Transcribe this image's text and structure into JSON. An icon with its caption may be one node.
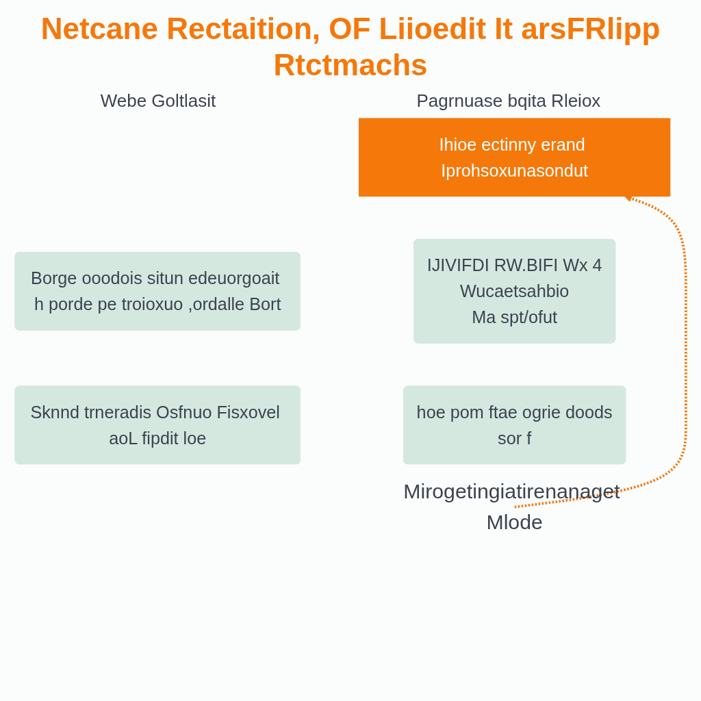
{
  "diagram": {
    "title": "Netcane Rectaition, OF Liioedit It arsFRlipp Rtctmachs",
    "nodes": [
      {
        "text": [
          "Ihioe ectinny erand Iprohsoxunasondut"
        ]
      },
      {
        "text": [
          "Borge ooodois situn edeuorgoait h porde pe troioxuo ,ordalle Bort"
        ]
      },
      {
        "text": [
          "Sknnd trneradis Osfnuo Fisxovel aoL fipdit loe"
        ]
      },
      {
        "text": [
          "IJIVIFDI RW.BIFI Wx 4",
          "Wucaetsahbio",
          "Ma spt/ofut"
        ]
      },
      {
        "text": [
          "hoe pom ftae ogrie doods",
          "sor f"
        ]
      },
      {
        "text": [
          "Mirogetingiatirenanaget Mlode"
        ]
      }
    ],
    "edges": [
      {
        "from": 5,
        "to": 0,
        "arrow": "to",
        "style": "dashed",
        "color": "#f5780a"
      }
    ],
    "labels": [
      "Webe Goltlasit",
      "Pagrnuase bqita Rleiox"
    ]
  }
}
